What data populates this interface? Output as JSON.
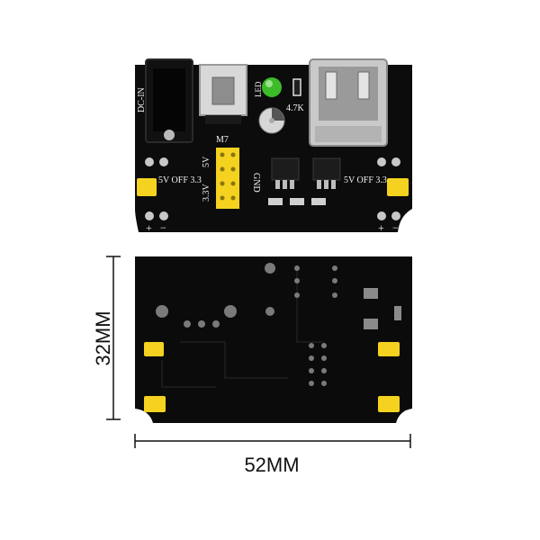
{
  "colors": {
    "pcb": "#0c0c0c",
    "silkscreen": "#f2f2f2",
    "jumper": "#f4d21f",
    "led": "#3dbb2a",
    "metal": "#c9c9c9",
    "dimension_line": "#111111"
  },
  "top_board": {
    "labels": {
      "dc_in": "DC-IN",
      "led": "LED",
      "resistor": "4.7K",
      "regulator": "M7",
      "five_v": "5V",
      "three_v": "3.3V",
      "gnd": "GND",
      "left_jumper": "5V OFF 3.3",
      "right_jumper": "5V OFF 3.3",
      "plus": "+",
      "minus": "−"
    }
  },
  "dimensions": {
    "height": "32MM",
    "width": "52MM"
  },
  "icons": [
    "dc-barrel-jack-icon",
    "push-button-icon",
    "usb-port-icon",
    "led-icon",
    "capacitor-icon",
    "regulator-icon",
    "jumper-icon"
  ]
}
